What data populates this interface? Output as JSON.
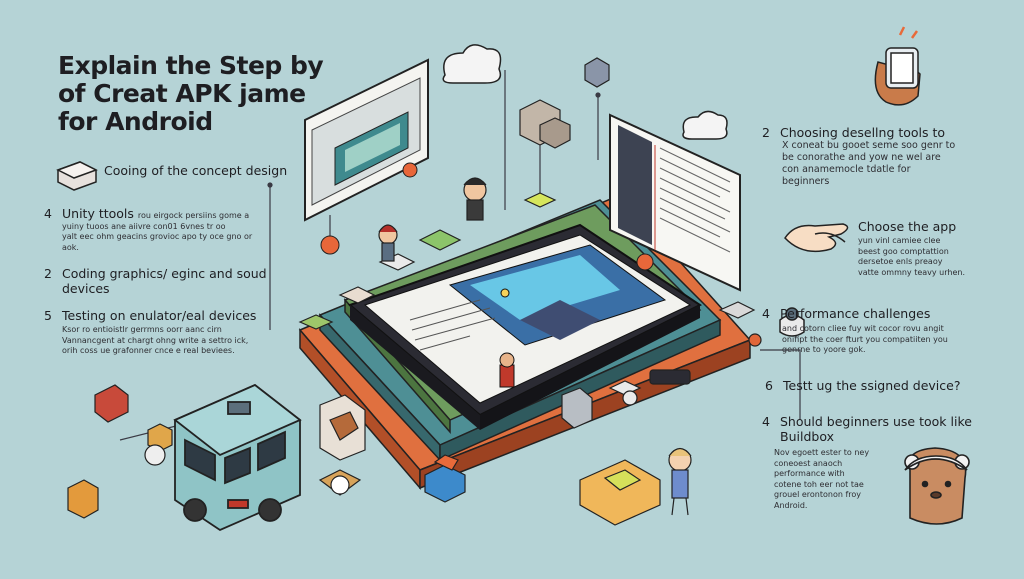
{
  "title": [
    "Explain the Step by",
    "of Creat APK jame",
    "for Android"
  ],
  "left": [
    {
      "num": "",
      "heading": [
        "Cooing of the concept  design"
      ],
      "body": []
    },
    {
      "num": "4",
      "heading": [
        "Unity ttools"
      ],
      "inline_body": "rou eirgock persiins gome a",
      "body": [
        "yuiny tuoos ane aiivre con01 6vnes tr oo",
        "yalt eec ohm geacins grovioc apo ty oce gno or",
        "aok."
      ]
    },
    {
      "num": "2",
      "heading": [
        "Coding graphics/  eginc and soud",
        "devices"
      ],
      "body": []
    },
    {
      "num": "5",
      "heading": [
        "Testing on enulator/eal devices"
      ],
      "body": [
        "Ksor ro entioistlr gerrmns oorr aanc cirn",
        "Vannancgent at chargt ohng write a settro ick,",
        "orih coss ue grafonner cnce e real beviees."
      ]
    }
  ],
  "right": [
    {
      "num": "2",
      "heading": [
        "Choosing desellng tools to"
      ],
      "body": [
        "X coneat bu gooet seme soo genr to",
        "be conorathe and yow ne wel are",
        "con anamemocle tdatle for",
        "beginners"
      ],
      "body_big": true
    },
    {
      "num": "",
      "heading": [
        "Choose the app"
      ],
      "body": [
        "yun vinl camiee clee",
        "beest goo comptattion",
        "dersetoe enls preaoy",
        "vatte ommny teavy urhen."
      ]
    },
    {
      "num": "4",
      "heading": [
        "Performance challenges"
      ],
      "body": [
        "and cotorn cliee fuy wit cocor rovu angit",
        "onifipt the coer fturt you compatiiten you",
        "genrne to yoore gok."
      ]
    },
    {
      "num": "6",
      "heading": [
        "Testt ug the ssigned device?"
      ],
      "body": []
    },
    {
      "num": "4",
      "heading": [
        "Should beginners use took like",
        "Buildbox"
      ],
      "body": [
        "Nov egoett ester to ney",
        "coneoest anaoch",
        "performance with",
        "cotene toh eer not tae",
        "grouel erontonon froy",
        "Android."
      ]
    }
  ],
  "colors": {
    "background": "#b5d3d6",
    "tablet": "#2b2b33",
    "orange_platform": "#e0703f",
    "teal_platform": "#4e8f95",
    "van": "#8fc4c6"
  }
}
